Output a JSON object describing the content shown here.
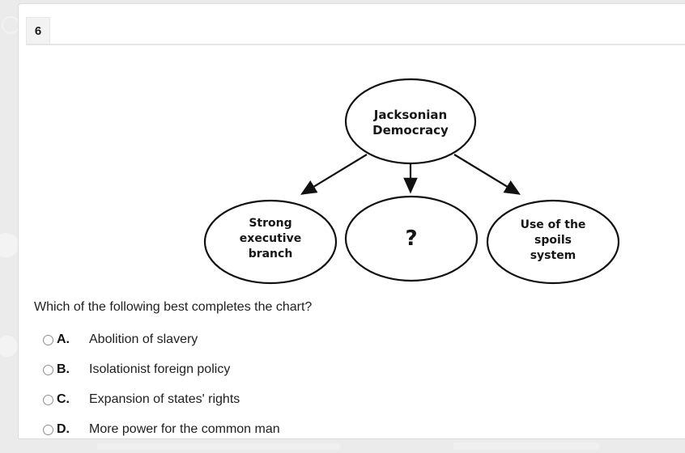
{
  "header": {
    "question_number": "6"
  },
  "diagram": {
    "root_label": "Jacksonian\nDemocracy",
    "left_label": "Strong\nexecutive\nbranch",
    "middle_label": "?",
    "right_label": "Use of the\nspoils\nsystem"
  },
  "question": {
    "text": "Which of the following best completes the chart?",
    "options": [
      {
        "letter": "A.",
        "text": "Abolition of slavery"
      },
      {
        "letter": "B.",
        "text": "Isolationist foreign policy"
      },
      {
        "letter": "C.",
        "text": "Expansion of states' rights"
      },
      {
        "letter": "D.",
        "text": "More power for the common man"
      }
    ]
  },
  "colors": {
    "page_background": "#ebebeb",
    "panel_background": "#ffffff",
    "diagram_stroke": "#111111",
    "text": "#1f1f1f"
  }
}
